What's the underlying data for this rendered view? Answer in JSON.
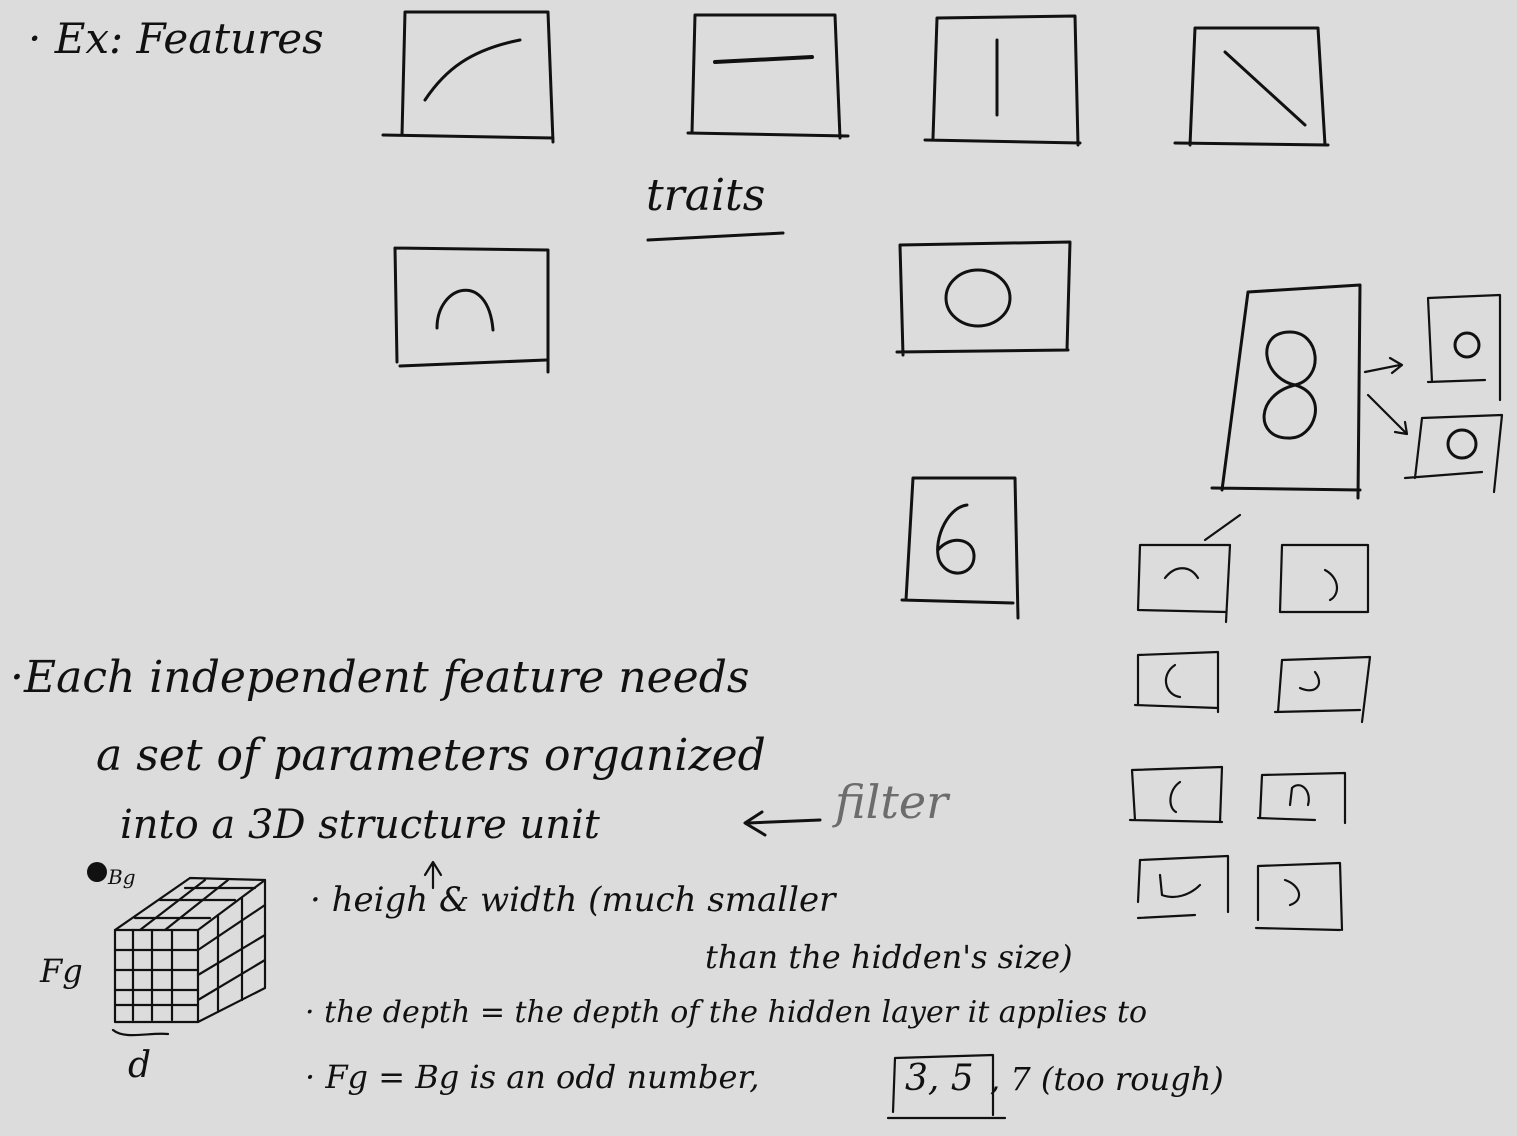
{
  "background": "#dcdcdc",
  "ink_color": "#111111",
  "annotation_color": "#6c6c6c",
  "notes": {
    "title": "· Ex: Features",
    "traits": "traits",
    "line1": "·Each independent feature needs",
    "line2": "a set of parameters organized",
    "line3": "into a 3D structure unit",
    "arrow_label": "filter",
    "bullet_height_width": "· heigh & width (much smaller",
    "bullet_height_width_cont": "than the hidden's size)",
    "bullet_depth": "· the depth = the depth of the hidden layer it applies to",
    "bullet_odd": "· Fg = Bg is an odd number,",
    "odd_values": "3, 5",
    "odd_rest": ", 7 (too rough)",
    "cube_side_label": "Fg",
    "cube_top_label": "Bg",
    "cube_depth_label": "d"
  },
  "digits": {
    "eight": "8",
    "six": "6"
  }
}
